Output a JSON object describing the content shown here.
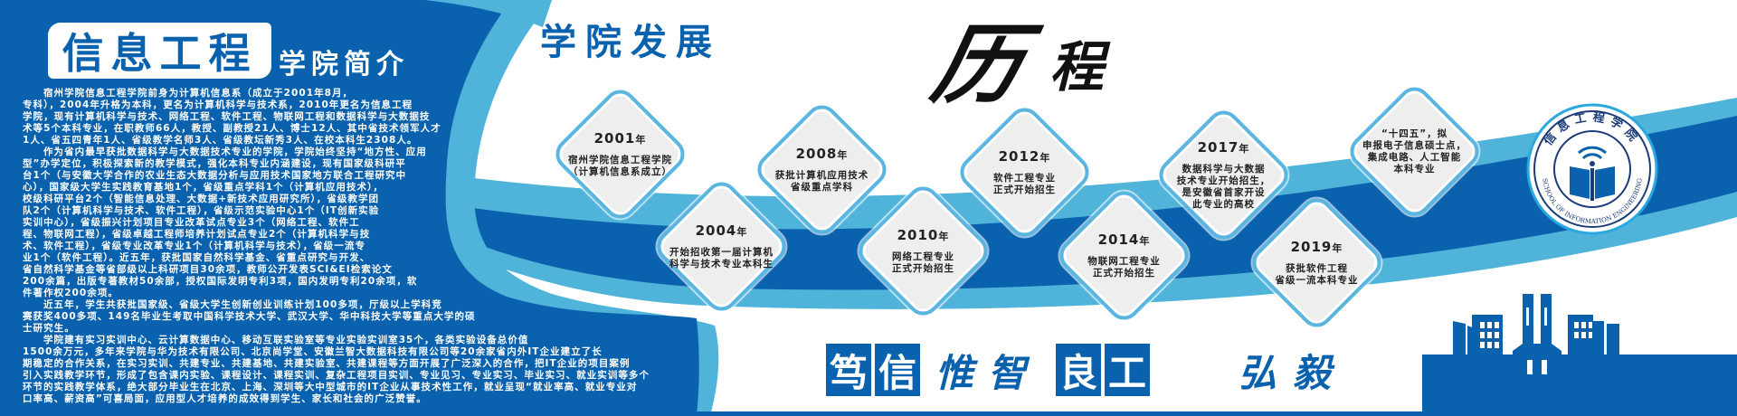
{
  "intro": {
    "title": "信息工程",
    "subtitle": "学院简介",
    "paragraphs": [
      [
        "宿州学院信息工程学院前身为计算机信息系（成立于2001年8月，",
        "专科），2004年升格为本科，更名为计算机科学与技术系，2010年更名为信息工程",
        "学院，现有计算机科学与技术、网络工程、软件工程、物联网工程和数据科学与大数据技",
        "术等5个本科专业，在职教师66人，教授、副教授21人、博士12人、其中省技术领军人才",
        "1人、省五四青年1人、省级教学名师3人、省级教坛新秀3人、在校本科生2308人。"
      ],
      [
        "作为省内最早获批数据科学与大数据技术专业的学院，学院始终坚持“地方性、应用",
        "型”办学定位，积极探索新的教学模式，强化本科专业内涵建设，现有国家级科研平",
        "台1个（与安徽大学合作的农业生态大数据分析与应用技术国家地方联合工程研究中",
        "心），国家级大学生实践教育基地1个，省级重点学科1个（计算机应用技术），",
        "校级科研平台2个（智能信息处理、大数据+新技术应用研究所），省级教学团",
        "队2个（计算机科学与技术、软件工程），省级示范实验中心1个（IT创新实验",
        "实训中心），省级振兴计划项目专业改革试点专业3个（网络工程、软件工",
        "程、物联网工程），省级卓越工程师培养计划试点专业2个（计算机科学与技",
        "术、软件工程），省级专业改革专业1个（计算机科学与技术），省级一流专",
        "业1个（软件工程）。近五年，获批国家自然科学基金、省重点研究与开发、",
        "省自然科学基金等省部级以上科研项目30余项，教师公开发表SCI&EI检索论文",
        "200余篇，出版专著教材50余部，授权国际发明专利3项，国内发明专利20余项，软",
        "件著作权200余项。"
      ],
      [
        "近五年，学生共获批国家级、省级大学生创新创业训练计划100多项，厅级以上学科竞",
        "赛获奖400多项、149名毕业生考取中国科学技术大学、武汉大学、华中科技大学等重点大学的硕",
        "士研究生。"
      ],
      [
        "学院建有实习实训中心、云计算数据中心、移动互联实验室等专业实验实训室35个，各类实验设备总价值",
        "1500余万元，多年来学院与华为技术有限公司、北京尚学堂、安徽兰智大数据科技有限公司等20余家省内外IT企业建立了长",
        "期稳定的合作关系，在实习实训、共建专业、共建基地、共建实验室、共建课程等方面开展了广泛深入的合作，把IT企业的项目案例",
        "引入实践教学环节，形成了包含课内实验、课程设计、课程实训、复杂工程项目实训、专业见习、专业实习、毕业实习、就业实训等多个",
        "环节的实践教学体系，绝大部分毕业生在北京、上海、深圳等大中型城市的IT企业从事技术性工作，就业呈现“就业率高、就业专业对",
        "口率高、薪资高”可喜局面，应用型人才培养的成效得到学生、家长和社会的广泛赞誉。"
      ]
    ]
  },
  "history": {
    "title": "学院发展",
    "title_big_1": "历",
    "title_big_2": "程",
    "milestones": [
      {
        "year": "2001",
        "unit": "年",
        "desc": "宿州学院信息工程学院\n（计算机信息系成立）"
      },
      {
        "year": "2004",
        "unit": "年",
        "desc": "开始招收第一届计算机\n科学与技术专业本科生"
      },
      {
        "year": "2008",
        "unit": "年",
        "desc": "获批计算机应用技术\n省级重点学科"
      },
      {
        "year": "2010",
        "unit": "年",
        "desc": "网络工程专业\n正式开始招生"
      },
      {
        "year": "2012",
        "unit": "年",
        "desc": "软件工程专业\n正式开始招生"
      },
      {
        "year": "2014",
        "unit": "年",
        "desc": "物联网工程专业\n正式开始招生"
      },
      {
        "year": "2017",
        "unit": "年",
        "desc": "数据科学与大数据\n技术专业开始招生，\n是安徽省首家开设\n此专业的高校"
      },
      {
        "year": "2019",
        "unit": "年",
        "desc": "获批软件工程\n省级一流本科专业"
      },
      {
        "year": "",
        "unit": "",
        "desc": "“十四五”，拟\n申报电子信息硕士点，\n集成电路、人工智能\n本科专业"
      }
    ]
  },
  "logo": {
    "cn": "信息工程学院",
    "en": "SCHOOL OF INFORMATION ENGINEERING"
  },
  "motto": {
    "chars": [
      "笃",
      "信",
      "惟",
      "智",
      "良",
      "工",
      "弘",
      "毅"
    ]
  },
  "colors": {
    "primary": "#0a62ae",
    "light": "#4fb3da",
    "diamond_border": "#5ab6e0",
    "diamond_fill": "#eeeeef"
  }
}
